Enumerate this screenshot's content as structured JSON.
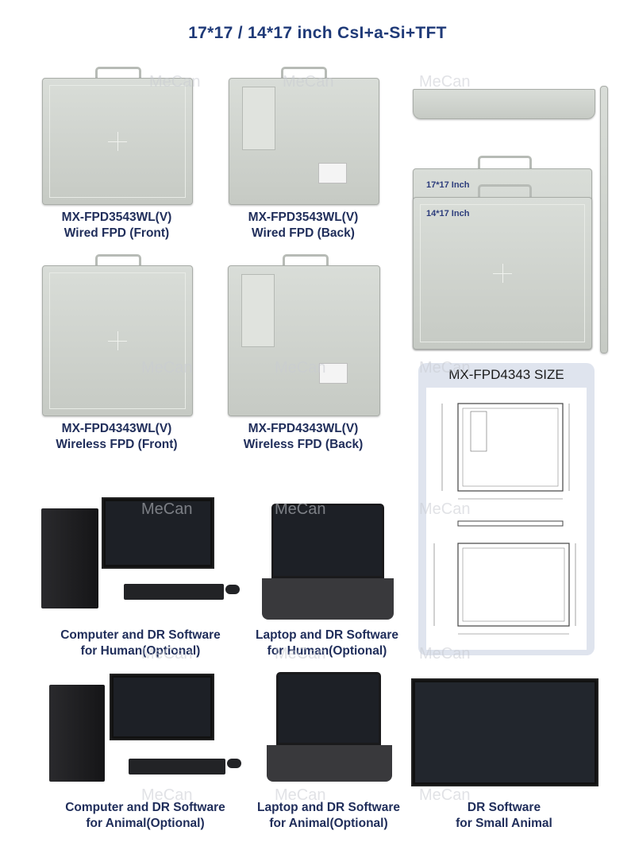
{
  "title": "17*17 / 14*17 inch CsI+a-Si+TFT",
  "watermark": "MeCan",
  "captions": {
    "fpd3543_front": {
      "line1": "MX-FPD3543WL(V)",
      "line2": "Wired FPD (Front)"
    },
    "fpd3543_back": {
      "line1": "MX-FPD3543WL(V)",
      "line2": "Wired FPD (Back)"
    },
    "fpd4343_front": {
      "line1": "MX-FPD4343WL(V)",
      "line2": "Wireless FPD (Front)"
    },
    "fpd4343_back": {
      "line1": "MX-FPD4343WL(V)",
      "line2": "Wireless FPD (Back)"
    },
    "computer_human": {
      "line1": "Computer and DR Software",
      "line2": "for Human(Optional)"
    },
    "laptop_human": {
      "line1": "Laptop and DR Software",
      "line2": "for Human(Optional)"
    },
    "computer_animal": {
      "line1": "Computer and DR Software",
      "line2": "for Animal(Optional)"
    },
    "laptop_animal": {
      "line1": "Laptop and DR Software",
      "line2": "for Animal(Optional)"
    },
    "small_animal": {
      "line1": "DR Software",
      "line2": "for Small Animal"
    }
  },
  "size_labels": {
    "large": "17*17 Inch",
    "small": "14*17 Inch"
  },
  "dimension_title": "MX-FPD4343 SIZE",
  "colors": {
    "caption": "#1f2d5a",
    "title": "#1f3a78",
    "panel": "#cfd3cd"
  }
}
